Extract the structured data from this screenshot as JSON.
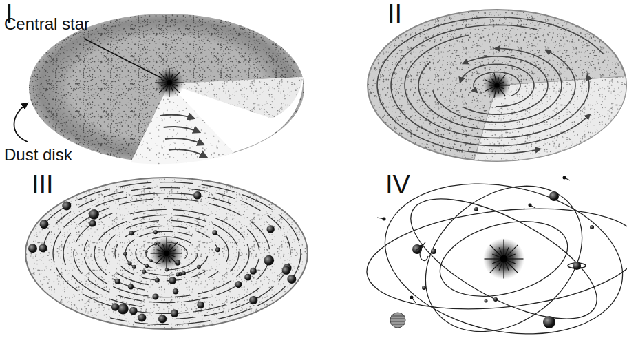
{
  "diagram": {
    "labels": [
      "I",
      "Central star",
      "Dust disk",
      "II",
      "III",
      "IV"
    ]
  }
}
